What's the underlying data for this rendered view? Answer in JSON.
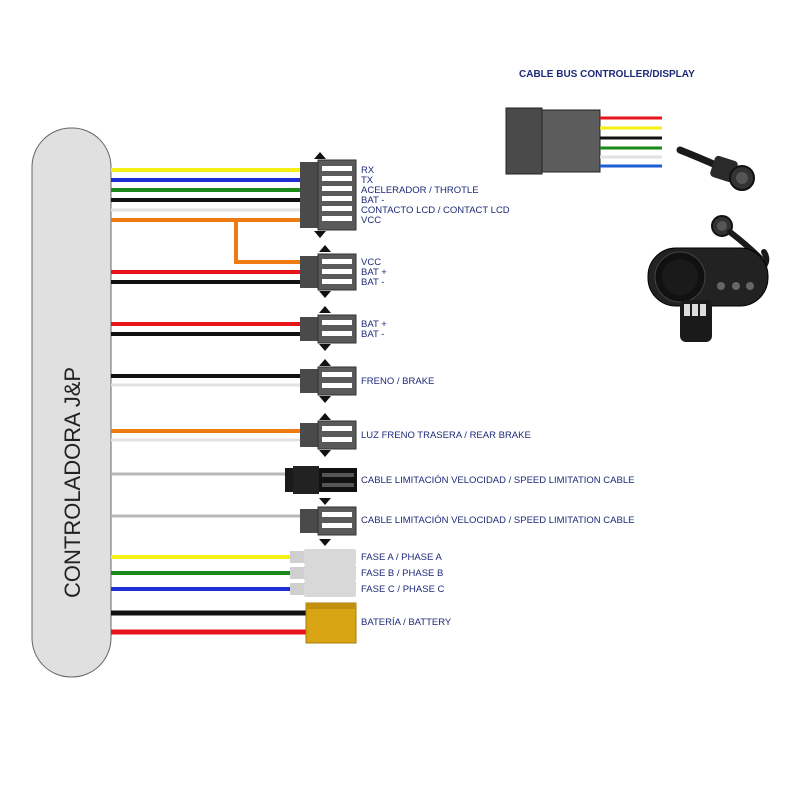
{
  "title": "CABLE BUS CONTROLLER/DISPLAY",
  "controller_label": "CONTROLADORA J&P",
  "colors": {
    "yellow": "#f5ef12",
    "blue": "#1f2fd6",
    "green": "#1a8a1a",
    "black": "#111111",
    "white": "#e8e8e8",
    "orange": "#f07a12",
    "red": "#e8141c",
    "gray": "#b8b8b8",
    "connector": "#555555",
    "battery_connector": "#d9a514",
    "label": "#1e2a78"
  },
  "connectors": {
    "display_bus": {
      "labels": [
        "RX",
        "TX",
        "ACELERADOR / THROTLE",
        "BAT -",
        "CONTACTO LCD / CONTACT LCD",
        "VCC"
      ]
    },
    "power": {
      "labels": [
        "VCC",
        "BAT +",
        "BAT -"
      ]
    },
    "bat": {
      "labels": [
        "BAT +",
        "BAT -"
      ]
    },
    "brake": {
      "labels": [
        "FRENO / BRAKE"
      ]
    },
    "rear_brake": {
      "labels": [
        "LUZ FRENO TRASERA / REAR BRAKE"
      ]
    },
    "speed_limit_1": {
      "labels": [
        "CABLE LIMITACIÓN VELOCIDAD / SPEED LIMITATION CABLE"
      ]
    },
    "speed_limit_2": {
      "labels": [
        "CABLE LIMITACIÓN VELOCIDAD / SPEED LIMITATION CABLE"
      ]
    },
    "phases": {
      "labels": [
        "FASE A / PHASE A",
        "FASE B / PHASE B",
        "FASE C / PHASE C"
      ]
    },
    "battery": {
      "labels": [
        "BATERÍA / BATTERY"
      ]
    }
  },
  "icons": {
    "display_plug": "round-connector-icon",
    "display_unit": "lcd-throttle-icon"
  }
}
